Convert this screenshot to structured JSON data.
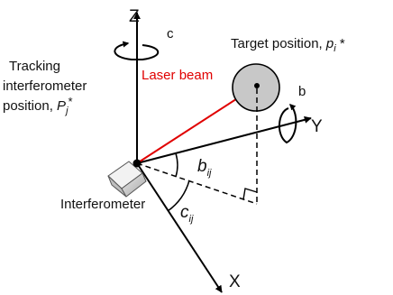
{
  "diagram": {
    "axes": {
      "z": "Z",
      "y": "Y",
      "x": "X"
    },
    "rotations": {
      "c": "c",
      "b": "b"
    },
    "laser_beam": "Laser beam",
    "target": {
      "prefix": "Target position, ",
      "symbol": "p",
      "sub": "i",
      "star": " *"
    },
    "tracking": {
      "line1": "Tracking",
      "line2": "interferometer",
      "line3_prefix": "position, ",
      "symbol": "P",
      "sub": "j",
      "star": "*"
    },
    "angle_b": {
      "symbol": "b",
      "sub": "ij"
    },
    "angle_c": {
      "symbol": "c",
      "sub": "ij"
    },
    "interferometer": "Interferometer"
  },
  "colors": {
    "laser": "#e00000",
    "lines": "#000000",
    "target_fill": "#c8c8c8"
  }
}
